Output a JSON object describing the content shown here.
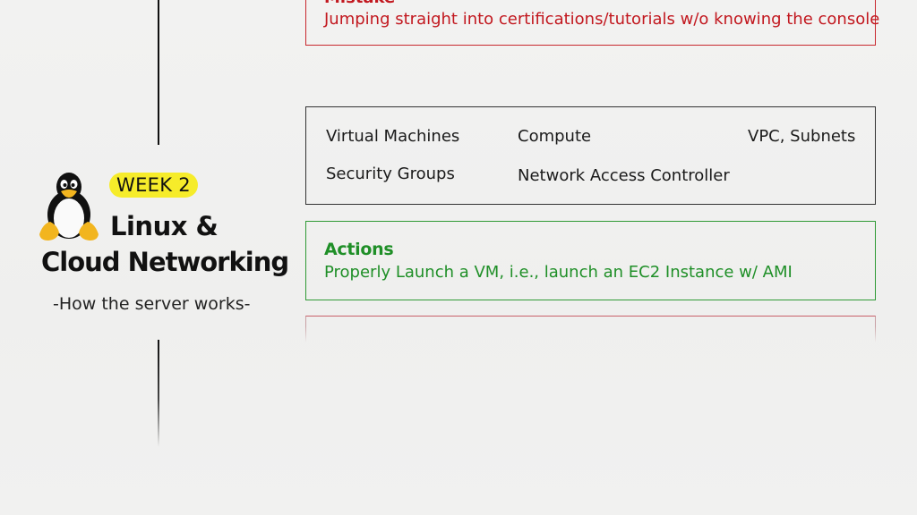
{
  "week": {
    "badge": "WEEK 2",
    "title_line1": "Linux &",
    "title_line2": "Cloud Networking",
    "subtitle": "-How the server works-",
    "icon": "tux-penguin-icon",
    "badge_color": "#f6ec2a"
  },
  "mistake_box_top": {
    "heading": "Mistake",
    "text": "Jumping straight into certifications/tutorials w/o knowing the console",
    "color": "#c2181f"
  },
  "topics_box": {
    "items": [
      "Virtual Machines",
      "Compute",
      "VPC, Subnets",
      "Security Groups",
      "Network Access Controller"
    ],
    "border_color": "#333333"
  },
  "actions_box": {
    "heading": "Actions",
    "text": "Properly Launch a VM, i.e., launch an EC2 Instance w/ AMI",
    "color": "#1f8f27"
  },
  "mistake_box_bottom": {
    "color": "#c8606a"
  }
}
